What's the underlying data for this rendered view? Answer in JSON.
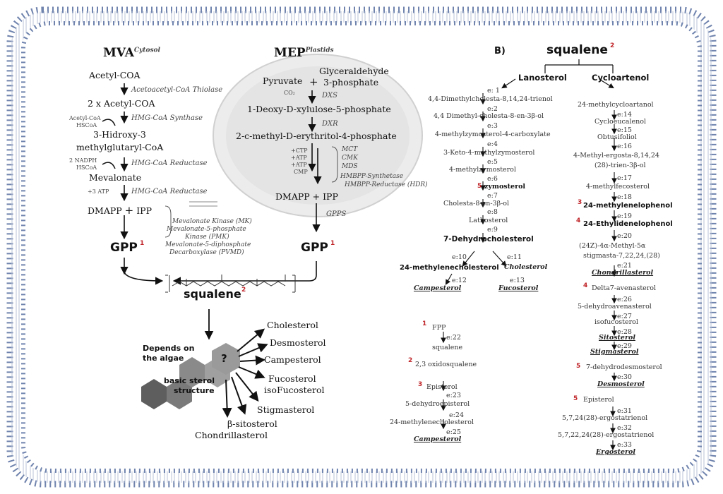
{
  "mva": {
    "title": "MVA",
    "title_sup": "Cytosol",
    "steps": [
      "Acetyl-COA",
      "2 x Acetyl-COA",
      "3-Hidroxy-3",
      "methylglutaryl-CoA",
      "Mevalonate",
      "DMAPP",
      "+",
      "IPP",
      "GPP"
    ],
    "enzymes": [
      "Acetoacetyl-CoA Thiolase",
      "HMG-CoA Synthase",
      "HMG-CoA Reductase",
      "HMG-CoA Reductase"
    ],
    "cofactors": [
      "Acetyl-CoA",
      "HSCoA",
      "2 NADPH",
      "HSCoA",
      "+3 ATP"
    ],
    "kinases": [
      "Mevalonate Kinase (MK)",
      "Mevalonate-5-phosphate",
      "Kinase (PMK)",
      "Mevalonate-5-diphosphate",
      "Decarboxylase (PVMD)"
    ]
  },
  "mep": {
    "title": "MEP",
    "title_sup": "Plastids",
    "steps": [
      "Pyruvate",
      "+",
      "Glyceraldehyde",
      "3-phosphate",
      "1-Deoxy-D-xylulose-5-phosphate",
      "2-c-methyl-D-erythritol-4-phosphate",
      "DMAPP + IPP",
      "GPP"
    ],
    "enzymes": [
      "DXS",
      "DXR",
      "MCT",
      "CMK",
      "MDS",
      "HMBPP-Synthetase",
      "HMBPP-Reductase (HDR)",
      "GPPS"
    ],
    "cofactors": [
      "CO₂",
      "+CTP",
      "+ATP",
      "+ATP",
      "CMP"
    ],
    "gpp_mark": "1"
  },
  "center": {
    "squalene": "squalene",
    "squalene_mark": "2",
    "depends": [
      "Depends on",
      "the algae"
    ],
    "basic": [
      "basic sterol",
      "structure"
    ],
    "question": "?",
    "products": [
      "Cholesterol",
      "Desmosterol",
      "Campesterol",
      "Fucosterol",
      "isoFucosterol",
      "Stigmasterol",
      "β-sitosterol",
      "Chondrillasterol"
    ]
  },
  "panel_b": {
    "label": "B)",
    "squalene": "squalene",
    "squalene_mark": "2",
    "lanosterol": "Lanosterol",
    "cycloartenol": "Cycloartenol",
    "left": {
      "labels": [
        "e: 1",
        "e:2",
        "e:3",
        "e:4",
        "e:5",
        "e:6",
        "e:7",
        "e:8",
        "e:9",
        "e:10",
        "e:11",
        "e:12",
        "e:13"
      ],
      "compounds": [
        "4,4-Dimethylcholesta-8,14,24-trienol",
        "4,4 Dimethyl-cholesta-8-en-3β-ol",
        "4-methylzymosterol-4-carboxylate",
        "3-Keto-4-methylzymosterol",
        "4-methylzymosterol",
        "zymosterol",
        "Cholesta-8-en-3β-ol",
        "Lathosterol",
        "7-Dehydrocholesterol",
        "24-methylenecholesterol",
        "Cholesterol",
        "Campesterol",
        "Fucosterol"
      ],
      "zymosterol_mark": "5"
    },
    "left2": {
      "marks": [
        "1",
        "2",
        "3"
      ],
      "labels": [
        "e:22",
        "e:23",
        "e:24",
        "e:25"
      ],
      "compounds": [
        "FPP",
        "squalene",
        "2,3 oxidosqualene",
        "Episterol",
        "5-dehydroepisterol",
        "24-methylenecholesterol",
        "Campesterol"
      ]
    },
    "right": {
      "labels": [
        "e:14",
        "e:15",
        "e:16",
        "e:17",
        "e:18",
        "e:19",
        "e:20",
        "e:21",
        "e:26",
        "e:27",
        "e:28",
        "e:29",
        "e:30",
        "e:31",
        "e:32",
        "e:33"
      ],
      "compounds": [
        "24-methylcycloartanol",
        "Cycloeucalenol",
        "Obtusifoliol",
        "4-Methyl-ergosta-8,14,24",
        "(28)-trien-3β-ol",
        "4-methylfecosterol",
        "24-methylenelophenol",
        "24-Ethylidenelophenol",
        "(24Z)-4α-Methyl-5α",
        "stigmasta-7,22,24,(28)",
        "Chondrillasterol",
        "Delta7-avenasterol",
        "5-dehydroavenasterol",
        "isofucosterol",
        "Sitosterol",
        "Stigmasterol",
        "7-dehydrodesmosterol",
        "Desmosterol",
        "Episterol",
        "5,7,24(28)-ergostatrienol",
        "5,7,22,24(28)-ergostatrienol",
        "Ergosterol"
      ],
      "marks": [
        "3",
        "4",
        "4",
        "5",
        "5"
      ]
    }
  },
  "colors": {
    "membrane": "#7b8eb5",
    "cell_border": "#3f4f7a",
    "chloroplast": "#d9d9d9",
    "hexagon": "#6b6b6b",
    "mark_red": "#c0262a"
  }
}
